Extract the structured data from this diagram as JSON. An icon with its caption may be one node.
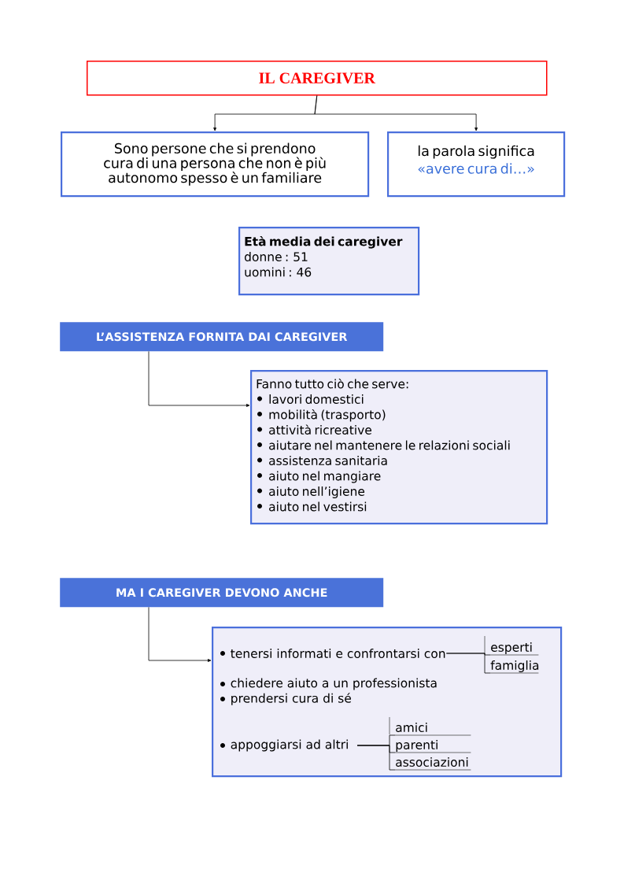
{
  "diagram": {
    "nodes": [
      {
        "text": [
          "IL CAREGIVER"
        ]
      },
      {
        "text": [
          "Sono persone che si prendono cura di una persona che non è più autonomo spesso è un familiare"
        ]
      },
      {
        "text": [
          "la parola significa",
          "«avere cura di…»"
        ]
      },
      {
        "text": [
          "Età media dei caregiver",
          "donne : 51",
          "uomini : 46"
        ]
      },
      {
        "text": [
          "L’ASSISTENZA FORNITA DAI CAREGIVER"
        ]
      },
      {
        "text": [
          "Fanno tutto ciò che serve:",
          "lavori domestici",
          "mobilità (trasporto)",
          "attività ricreative",
          "aiutare nel mantenere le relazioni sociali",
          "assistenza sanitaria",
          "aiuto nel mangiare",
          "aiuto nell’igiene",
          "aiuto nel vestirsi"
        ]
      },
      {
        "text": [
          "MA I CAREGIVER DEVONO ANCHE"
        ]
      },
      {
        "text": [],
        "shape": "box"
      },
      {
        "text": [
          "tenersi informati e confrontarsi con"
        ],
        "in": 7
      },
      {
        "text": [
          "esperti"
        ],
        "in": 7
      },
      {
        "text": [
          "famiglia"
        ],
        "in": 7
      },
      {
        "text": [
          "chiedere aiuto a un professionista"
        ],
        "in": 7
      },
      {
        "text": [
          "prendersi cura di sé"
        ],
        "in": 7
      },
      {
        "text": [
          "appoggiarsi ad altri"
        ],
        "in": 7
      },
      {
        "text": [
          "amici"
        ],
        "in": 7
      },
      {
        "text": [
          "parenti"
        ],
        "in": 7
      },
      {
        "text": [
          "associazioni"
        ],
        "in": 7
      }
    ],
    "edges": [
      {
        "from": 0,
        "to": 1,
        "arrow": "to"
      },
      {
        "from": 0,
        "to": 2,
        "arrow": "to"
      },
      {
        "from": 4,
        "to": 5,
        "arrow": "to"
      },
      {
        "from": 6,
        "to": 7,
        "arrow": "to"
      },
      {
        "from": 8,
        "to": 9,
        "arrow": "none"
      },
      {
        "from": 8,
        "to": 10,
        "arrow": "none"
      },
      {
        "from": 13,
        "to": 14,
        "arrow": "none"
      },
      {
        "from": 13,
        "to": 15,
        "arrow": "none"
      },
      {
        "from": 13,
        "to": 16,
        "arrow": "none"
      }
    ]
  }
}
